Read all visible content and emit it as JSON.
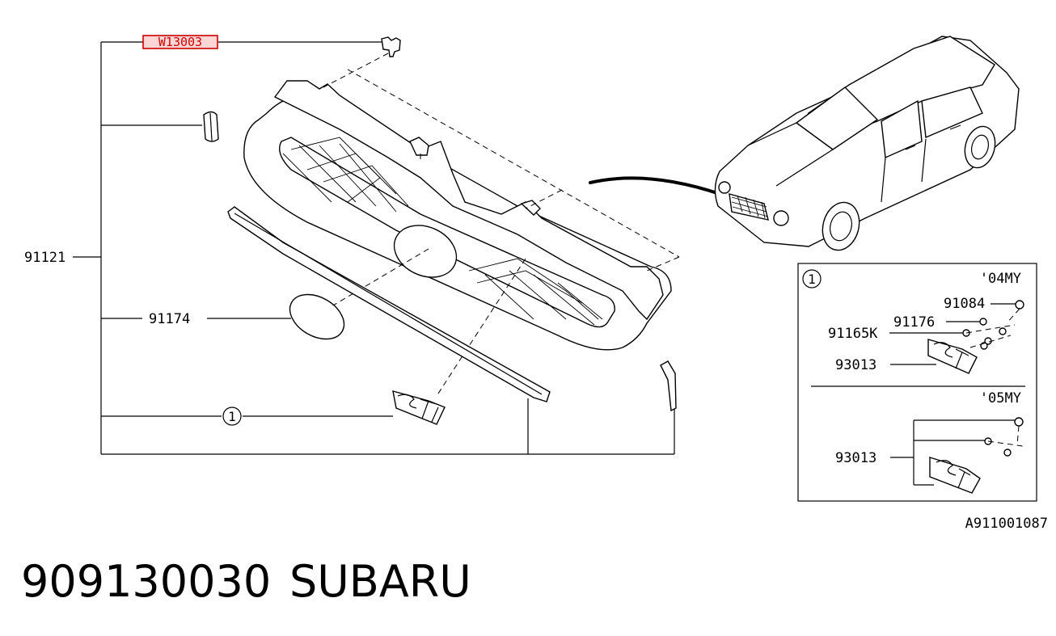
{
  "diagram": {
    "highlighted_part": "W13003",
    "labels": {
      "grille_assembly": "91121",
      "ornament": "91174",
      "badge_assembly_ref": "1"
    },
    "inset": {
      "ref": "1",
      "year_a": "'04MY",
      "year_b": "'05MY",
      "parts_a": [
        "91084",
        "91176",
        "91165K",
        "93013"
      ],
      "parts_b": [
        "93013"
      ]
    },
    "drawing_code": "A911001087"
  },
  "footer": {
    "part_number": "909130030",
    "brand": "SUBARU"
  },
  "colors": {
    "highlight": "#cc0000",
    "highlight_fill": "#ffd6d6",
    "ink": "#000000"
  }
}
